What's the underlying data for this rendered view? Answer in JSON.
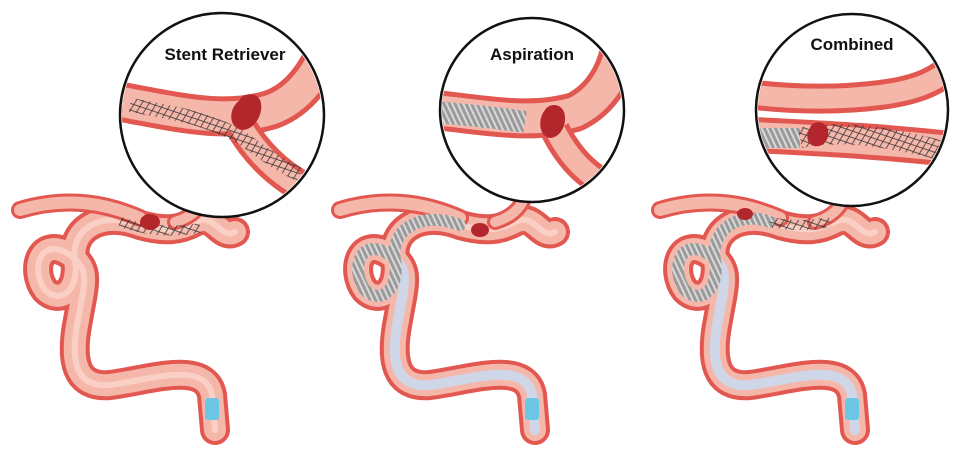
{
  "panels": [
    {
      "id": "stent-retriever",
      "title": "Stent Retriever"
    },
    {
      "id": "aspiration",
      "title": "Aspiration"
    },
    {
      "id": "combined",
      "title": "Combined"
    }
  ],
  "colors": {
    "vessel_outer": "#e2574f",
    "vessel_inner": "#f6b7ab",
    "vessel_highlight": "#fbd6cc",
    "clot": "#b3262b",
    "catheter": "#8e8e8e",
    "guide_sheath": "#cfd6e8",
    "balloon": "#6cc6e6",
    "stent": "#333333"
  },
  "icons": [
    "vessel-path",
    "clot-icon",
    "stent-mesh-icon",
    "aspiration-catheter-icon",
    "balloon-guide-icon"
  ]
}
